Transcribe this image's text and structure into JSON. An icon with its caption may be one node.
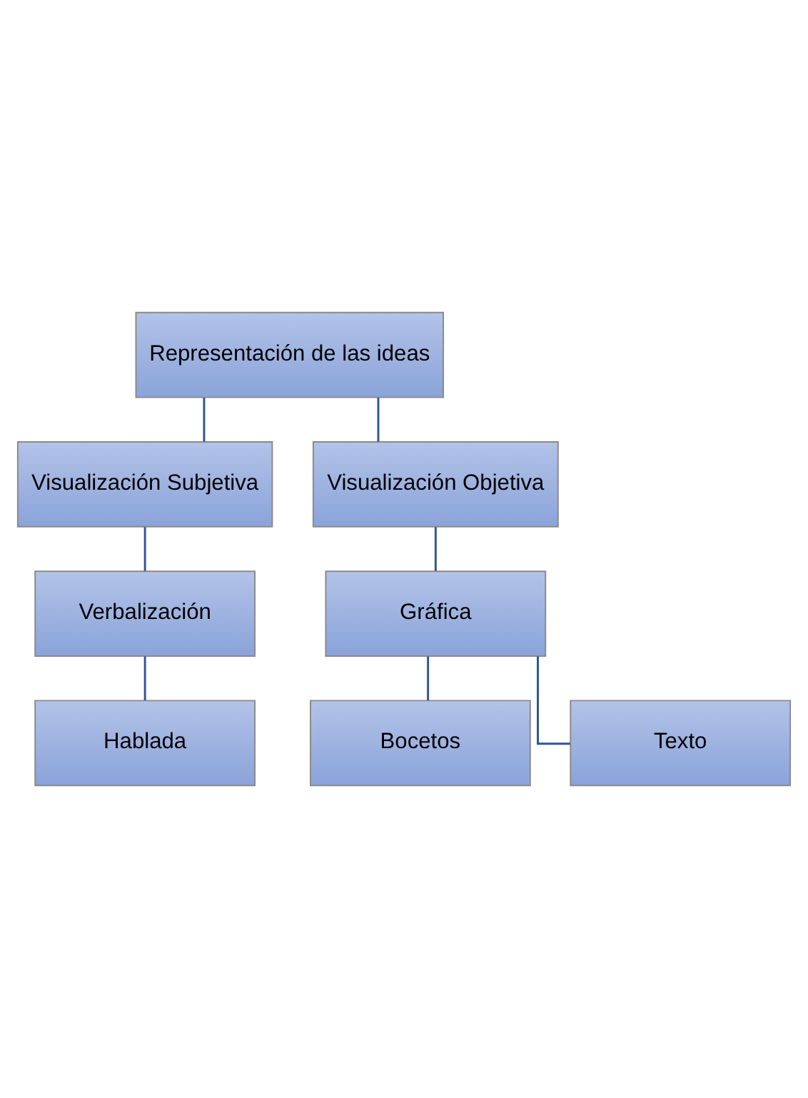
{
  "diagram": {
    "nodes": [
      {
        "text": [
          "Representación de las ideas"
        ]
      },
      {
        "text": [
          "Visualización Subjetiva"
        ]
      },
      {
        "text": [
          "Visualización Objetiva"
        ]
      },
      {
        "text": [
          "Verbalización"
        ]
      },
      {
        "text": [
          "Gráfica"
        ]
      },
      {
        "text": [
          "Hablada"
        ]
      },
      {
        "text": [
          "Bocetos"
        ]
      },
      {
        "text": [
          "Texto"
        ]
      }
    ],
    "edges": [
      {
        "from": 0,
        "to": 1,
        "arrow": "none"
      },
      {
        "from": 0,
        "to": 2,
        "arrow": "none"
      },
      {
        "from": 1,
        "to": 3,
        "arrow": "none"
      },
      {
        "from": 2,
        "to": 4,
        "arrow": "none"
      },
      {
        "from": 3,
        "to": 5,
        "arrow": "none"
      },
      {
        "from": 4,
        "to": 6,
        "arrow": "none"
      },
      {
        "from": 4,
        "to": 7,
        "arrow": "none"
      }
    ]
  }
}
